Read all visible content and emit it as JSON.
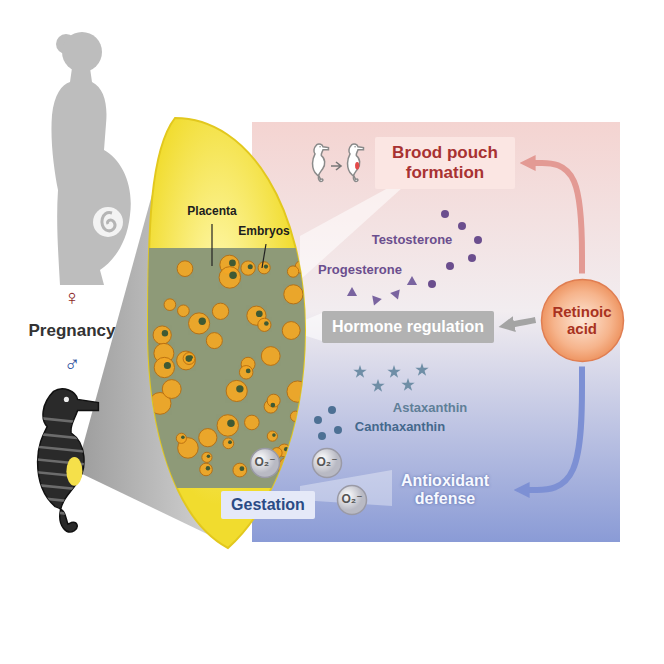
{
  "diagram": {
    "nodes": [
      {
        "text": [
          "Brood pouch formation"
        ]
      },
      {
        "text": [
          "Hormone regulation"
        ]
      },
      {
        "text": [
          "Retinoic acid"
        ]
      },
      {
        "text": [
          "O₂⁻"
        ]
      },
      {
        "text": [
          "O₂⁻"
        ]
      },
      {
        "text": [
          "O₂⁻"
        ]
      },
      {
        "text": [
          "Gestation"
        ]
      },
      {
        "text": [
          "Antioxidant defense"
        ]
      }
    ],
    "edges": [
      {
        "from": 2,
        "to": 0,
        "arrow": "to"
      },
      {
        "from": 2,
        "to": 1,
        "arrow": "to"
      },
      {
        "from": 2,
        "to": 7,
        "arrow": "to"
      }
    ],
    "labels": [
      "Placenta",
      "Embryos",
      "♀",
      "Pregnancy",
      "♂",
      "Testosterone",
      "Progesterone",
      "Astaxanthin",
      "Canthaxanthin"
    ]
  }
}
